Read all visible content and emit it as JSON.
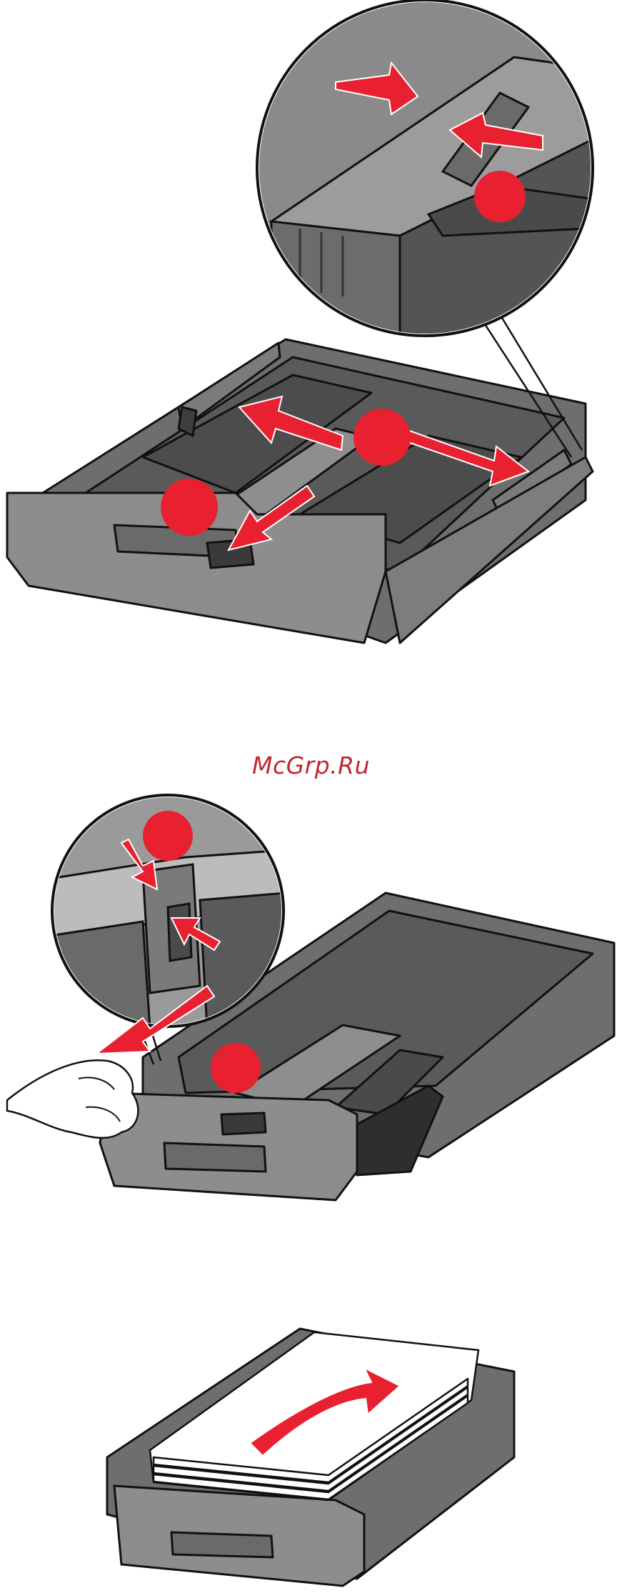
{
  "watermark": {
    "text": "McGrp.Ru"
  },
  "colors": {
    "accent_red": "#e8202f",
    "tray_dark": "#5a5a5a",
    "tray_mid": "#7d7d7d",
    "tray_light": "#a3a3a3",
    "outline": "#111111",
    "paper": "#ffffff"
  },
  "figures": [
    {
      "icon": "paper-guide-adjust-illustration"
    },
    {
      "icon": "tray-extend-illustration"
    },
    {
      "icon": "load-paper-illustration"
    }
  ]
}
